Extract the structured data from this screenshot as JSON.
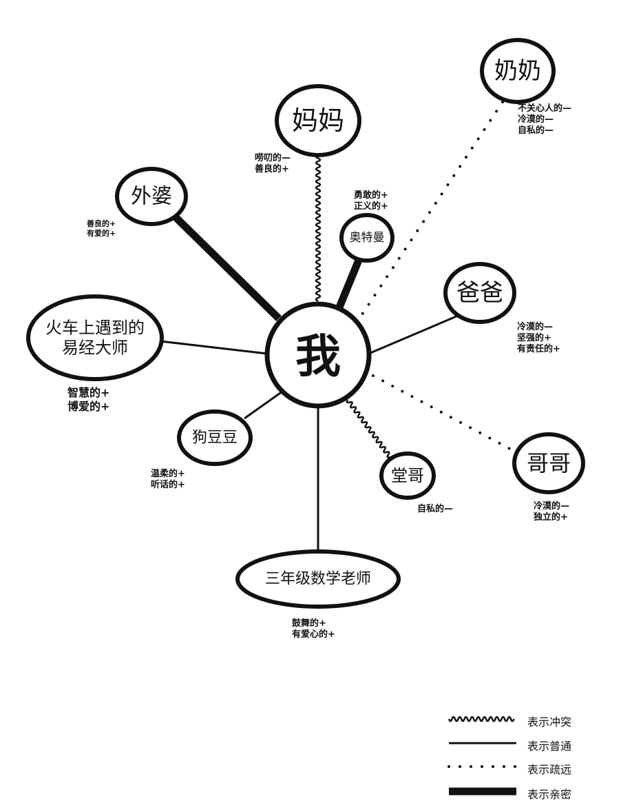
{
  "center": {
    "label": "我"
  },
  "nodes": [
    {
      "id": "nainai",
      "label": "奶奶",
      "traits": [
        "不关心人的—",
        "冷漠的—",
        "自私的—"
      ],
      "relation": "distant"
    },
    {
      "id": "mama",
      "label": "妈妈",
      "traits": [
        "唠叨的—",
        "善良的+"
      ],
      "relation": "conflict"
    },
    {
      "id": "waipo",
      "label": "外婆",
      "traits": [
        "善良的+",
        "有爱的+"
      ],
      "relation": "close"
    },
    {
      "id": "aoteman",
      "label": "奥特曼",
      "traits": [
        "勇敢的+",
        "正义的+"
      ],
      "relation": "close"
    },
    {
      "id": "baba",
      "label": "爸爸",
      "traits": [
        "冷漠的—",
        "坚强的+",
        "有责任的+"
      ],
      "relation": "normal"
    },
    {
      "id": "dashi",
      "label": [
        "火车上遇到的",
        "易经大师"
      ],
      "traits": [
        "智慧的+",
        "博爱的+"
      ],
      "relation": "normal"
    },
    {
      "id": "goudoudou",
      "label": "狗豆豆",
      "traits": [
        "温柔的+",
        "听话的+"
      ],
      "relation": "normal"
    },
    {
      "id": "tangge",
      "label": "堂哥",
      "traits": [
        "自私的—"
      ],
      "relation": "conflict"
    },
    {
      "id": "gege",
      "label": "哥哥",
      "traits": [
        "冷漠的—",
        "独立的+"
      ],
      "relation": "distant"
    },
    {
      "id": "laoshi",
      "label": "三年级数学老师",
      "traits": [
        "鼓舞的+",
        "有爱心的+"
      ],
      "relation": "normal"
    }
  ],
  "legend": [
    {
      "style": "conflict",
      "label": "表示冲突"
    },
    {
      "style": "normal",
      "label": "表示普通"
    },
    {
      "style": "distant",
      "label": "表示疏远"
    },
    {
      "style": "close",
      "label": "表示亲密"
    }
  ]
}
